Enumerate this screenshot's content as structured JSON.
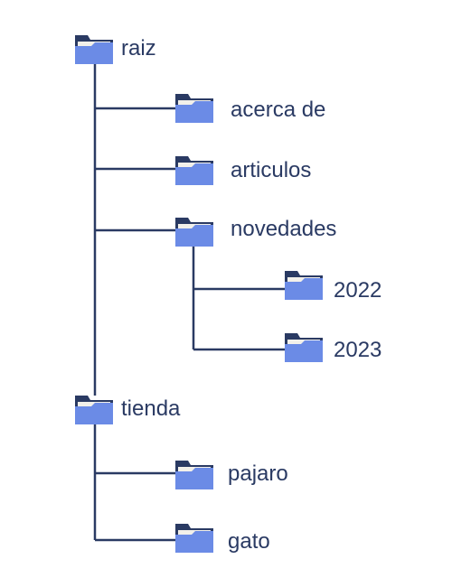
{
  "colors": {
    "line": "#2a3a63",
    "folder_back": "#2a3a63",
    "folder_front": "#6b8be6",
    "paper": "#f2f0ea",
    "label": "#2a3a63",
    "background": "#ffffff"
  },
  "icon": "folder-icon",
  "tree": {
    "root": {
      "label": "raiz",
      "children": [
        {
          "label": "acerca de"
        },
        {
          "label": "articulos"
        },
        {
          "label": "novedades",
          "children": [
            {
              "label": "2022"
            },
            {
              "label": "2023"
            }
          ]
        }
      ]
    },
    "tienda": {
      "label": "tienda",
      "children": [
        {
          "label": "pajaro"
        },
        {
          "label": "gato"
        }
      ]
    }
  }
}
